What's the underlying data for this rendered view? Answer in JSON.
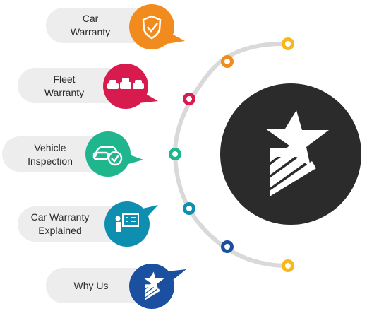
{
  "menu": {
    "items": [
      {
        "id": "car-warranty",
        "lines": [
          "Car",
          "Warranty"
        ],
        "color": "#f28b1e",
        "icon": "shield-check-icon"
      },
      {
        "id": "fleet-warranty",
        "lines": [
          "Fleet",
          "Warranty"
        ],
        "color": "#d81b4f",
        "icon": "cars-fleet-icon"
      },
      {
        "id": "vehicle-inspection",
        "lines": [
          "Vehicle",
          "Inspection"
        ],
        "color": "#1fb68e",
        "icon": "car-check-icon"
      },
      {
        "id": "car-warranty-explained",
        "lines": [
          "Car Warranty",
          "Explained"
        ],
        "color": "#0f8fb0",
        "icon": "presentation-board-icon"
      },
      {
        "id": "why-us",
        "lines": [
          "Why Us"
        ],
        "color": "#1b4fa0",
        "icon": "star-logo-icon"
      }
    ]
  },
  "hub": {
    "icon": "star-logo-icon",
    "color": "#2b2b2b"
  },
  "colors": {
    "pill": "#ededed",
    "arc": "#d9d9d9",
    "yellow": "#f6b81c"
  }
}
